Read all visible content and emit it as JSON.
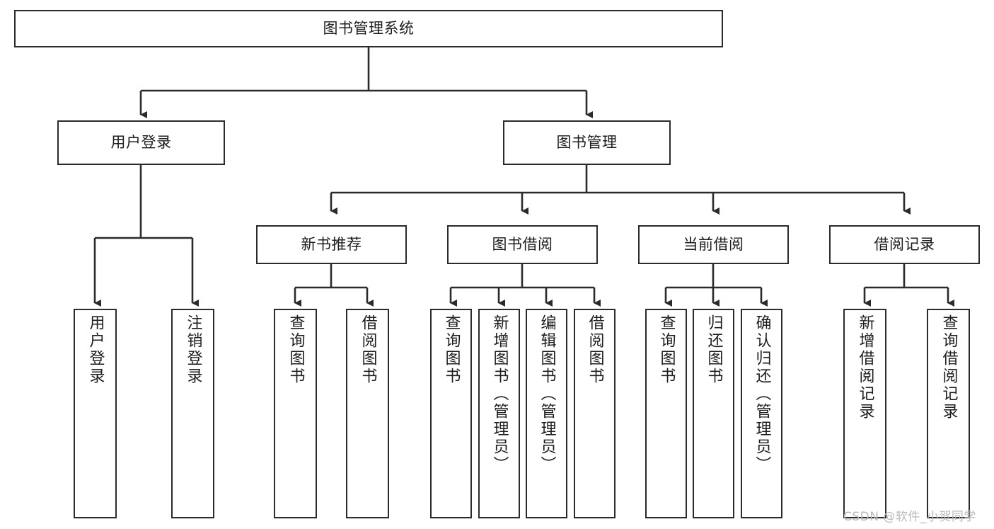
{
  "diagram": {
    "title": "图书管理系统",
    "type": "hierarchy-tree",
    "watermark": "CSDN @软件_小贺同学",
    "colors": {
      "stroke": "#2b2b2b",
      "fill": "#ffffff",
      "text": "#1d1d1d",
      "watermark": "#b9b9b9"
    },
    "nodes": {
      "root": {
        "label": "图书管理系统"
      },
      "level2": [
        {
          "label": "用户登录"
        },
        {
          "label": "图书管理"
        }
      ],
      "level3": [
        {
          "label": "新书推荐"
        },
        {
          "label": "图书借阅"
        },
        {
          "label": "当前借阅"
        },
        {
          "label": "借阅记录"
        }
      ],
      "leaves": {
        "user_login": [
          {
            "label": "用户登录"
          },
          {
            "label": "注销登录"
          }
        ],
        "new_book": [
          {
            "label": "查询图书"
          },
          {
            "label": "借阅图书"
          }
        ],
        "book_borrow": [
          {
            "label": "查询图书"
          },
          {
            "label": "新增图书（管理员）"
          },
          {
            "label": "编辑图书（管理员）"
          },
          {
            "label": "借阅图书"
          }
        ],
        "current_borrow": [
          {
            "label": "查询图书"
          },
          {
            "label": "归还图书"
          },
          {
            "label": "确认归还（管理员）"
          }
        ],
        "borrow_record": [
          {
            "label": "新增借阅记录"
          },
          {
            "label": "查询借阅记录"
          }
        ]
      }
    }
  }
}
